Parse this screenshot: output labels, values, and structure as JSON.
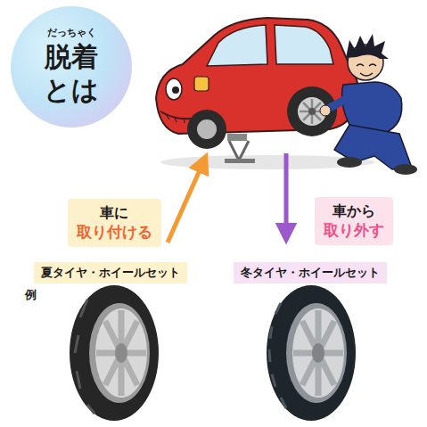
{
  "diagram": {
    "nodes": [
      {
        "text": [
          "だっちゃく",
          "脱着 とは"
        ]
      },
      {
        "text": [
          "車に",
          "取り付ける"
        ]
      },
      {
        "text": [
          "車から",
          "取り外す"
        ]
      },
      {
        "text": [
          "夏タイヤ・ホイールセット"
        ]
      },
      {
        "text": [
          "冬タイヤ・ホイールセット"
        ]
      }
    ],
    "labels": [
      "例"
    ]
  }
}
